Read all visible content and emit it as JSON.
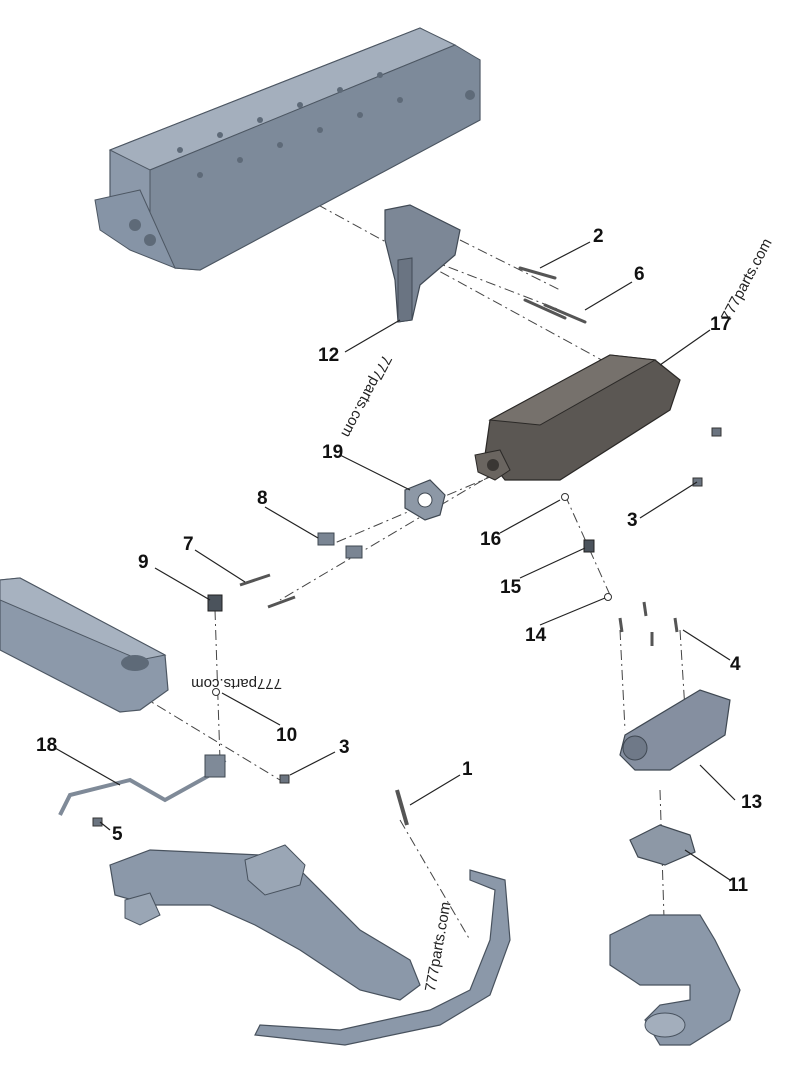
{
  "diagram": {
    "colors": {
      "part": "#8a97a7",
      "part_dark": "#55606c",
      "cooler": "#5a5550",
      "line": "#333333",
      "text": "#111111"
    },
    "watermark": "777parts.com",
    "callouts": [
      {
        "id": "c1",
        "label": "1"
      },
      {
        "id": "c2",
        "label": "2"
      },
      {
        "id": "c3a",
        "label": "3"
      },
      {
        "id": "c3b",
        "label": "3"
      },
      {
        "id": "c4",
        "label": "4"
      },
      {
        "id": "c5",
        "label": "5"
      },
      {
        "id": "c6",
        "label": "6"
      },
      {
        "id": "c7",
        "label": "7"
      },
      {
        "id": "c8",
        "label": "8"
      },
      {
        "id": "c9",
        "label": "9"
      },
      {
        "id": "c10",
        "label": "10"
      },
      {
        "id": "c11",
        "label": "11"
      },
      {
        "id": "c12",
        "label": "12"
      },
      {
        "id": "c13",
        "label": "13"
      },
      {
        "id": "c14",
        "label": "14"
      },
      {
        "id": "c15",
        "label": "15"
      },
      {
        "id": "c16",
        "label": "16"
      },
      {
        "id": "c17",
        "label": "17"
      },
      {
        "id": "c18",
        "label": "18"
      },
      {
        "id": "c19",
        "label": "19"
      }
    ]
  }
}
